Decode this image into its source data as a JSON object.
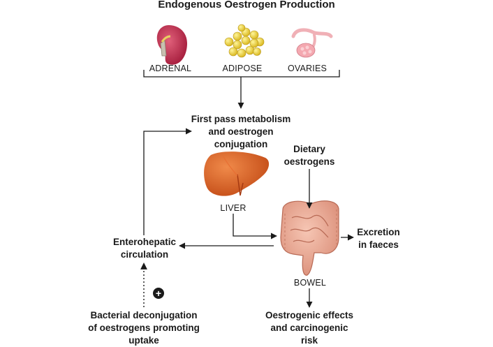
{
  "title": "Endogenous Oestrogen Production",
  "sources": {
    "adrenal": "ADRENAL",
    "adipose": "ADIPOSE",
    "ovaries": "OVARIES"
  },
  "first_pass": {
    "line1": "First pass metabolism",
    "line2": "and oestrogen",
    "line3": "conjugation"
  },
  "liver_label": "LIVER",
  "dietary": {
    "line1": "Dietary",
    "line2": "oestrogens"
  },
  "enterohepatic": {
    "line1": "Enterohepatic",
    "line2": "circulation"
  },
  "excretion": {
    "line1": "Excretion",
    "line2": "in faeces"
  },
  "bowel_label": "BOWEL",
  "plus_symbol": "+",
  "bacterial": {
    "line1": "Bacterial deconjugation",
    "line2": "of oestrogens promoting",
    "line3": "uptake"
  },
  "effects": {
    "line1": "Oestrogenic effects",
    "line2": "and carcinogenic",
    "line3": "risk"
  }
}
